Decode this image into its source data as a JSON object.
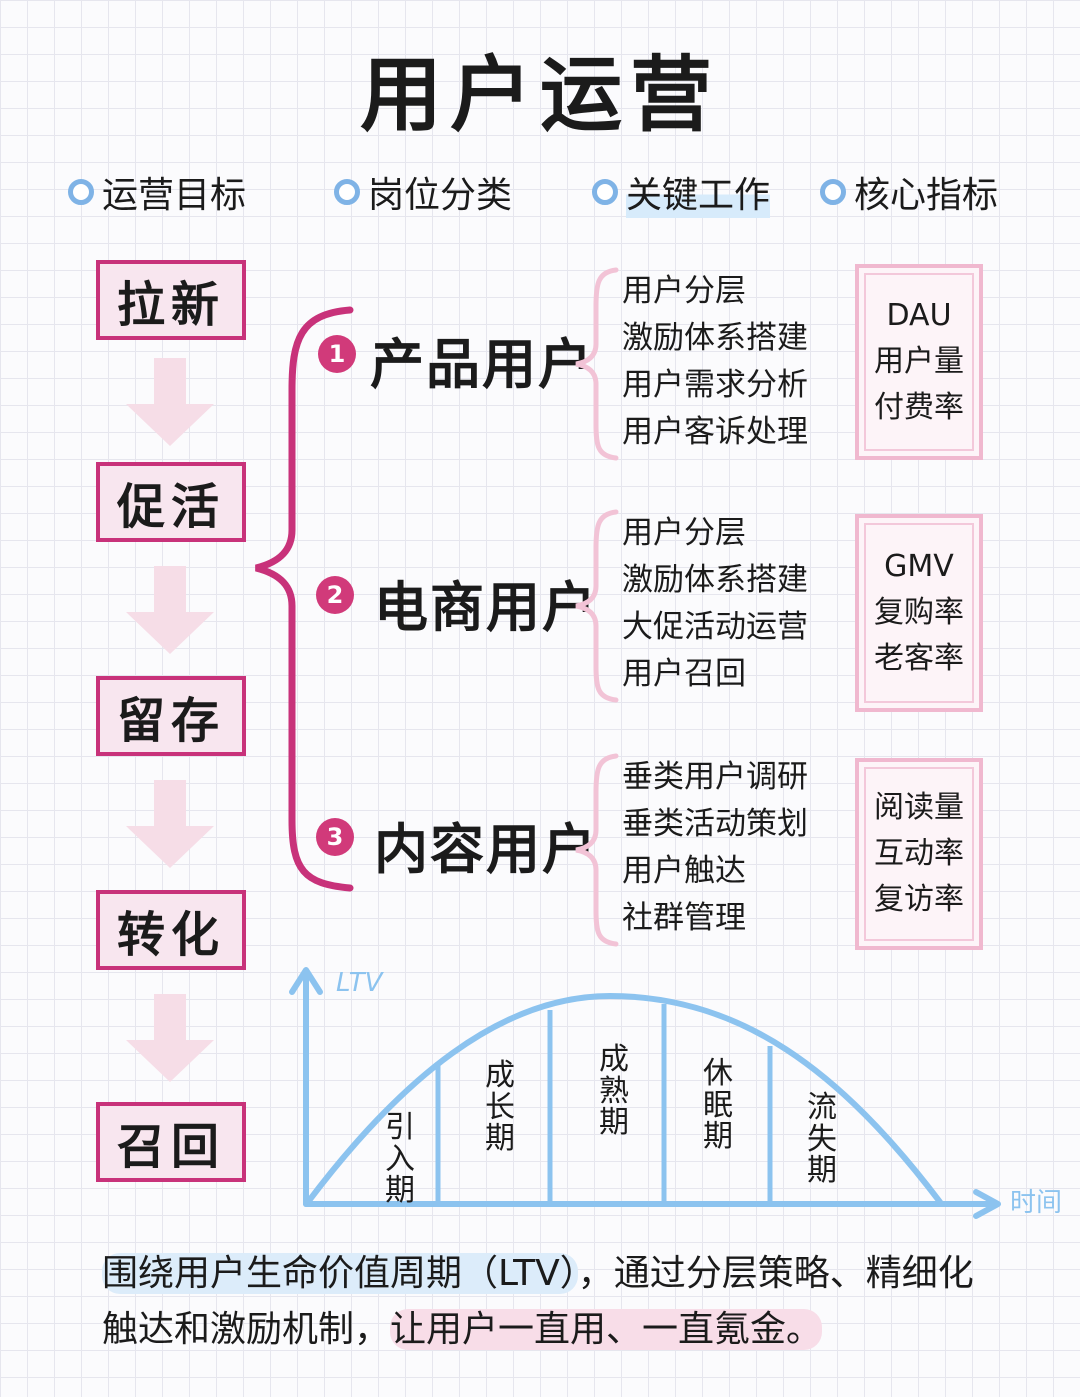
{
  "title": "用户运营",
  "column_headers": [
    "运营目标",
    "岗位分类",
    "关键工作",
    "核心指标"
  ],
  "stages": [
    "拉新",
    "促活",
    "留存",
    "转化",
    "召回"
  ],
  "categories": [
    {
      "num": "1",
      "name": "产品用户",
      "work": [
        "用户分层",
        "激励体系搭建",
        "用户需求分析",
        "用户客诉处理"
      ],
      "metrics": [
        "DAU",
        "用户量",
        "付费率"
      ]
    },
    {
      "num": "2",
      "name": "电商用户",
      "work": [
        "用户分层",
        "激励体系搭建",
        "大促活动运营",
        "用户召回"
      ],
      "metrics": [
        "GMV",
        "复购率",
        "老客率"
      ]
    },
    {
      "num": "3",
      "name": "内容用户",
      "work": [
        "垂类用户调研",
        "垂类活动策划",
        "用户触达",
        "社群管理"
      ],
      "metrics": [
        "阅读量",
        "互动率",
        "复访率"
      ]
    }
  ],
  "ltv_chart": {
    "y_axis_label": "LTV",
    "x_axis_label": "时间",
    "phases": [
      "引入期",
      "成长期",
      "成熟期",
      "休眠期",
      "流失期"
    ]
  },
  "caption": {
    "part1": "围绕用户生命价值周期（LTV）",
    "part2": "，通过分层策略、精细化触达和激励机制，",
    "part3": "让用户一直用、一直氪金。"
  },
  "colors": {
    "accent": "#d13a7a",
    "stage_border": "#c8327a",
    "blue": "#8cc3ef",
    "pink_light": "#f0b8cf"
  }
}
